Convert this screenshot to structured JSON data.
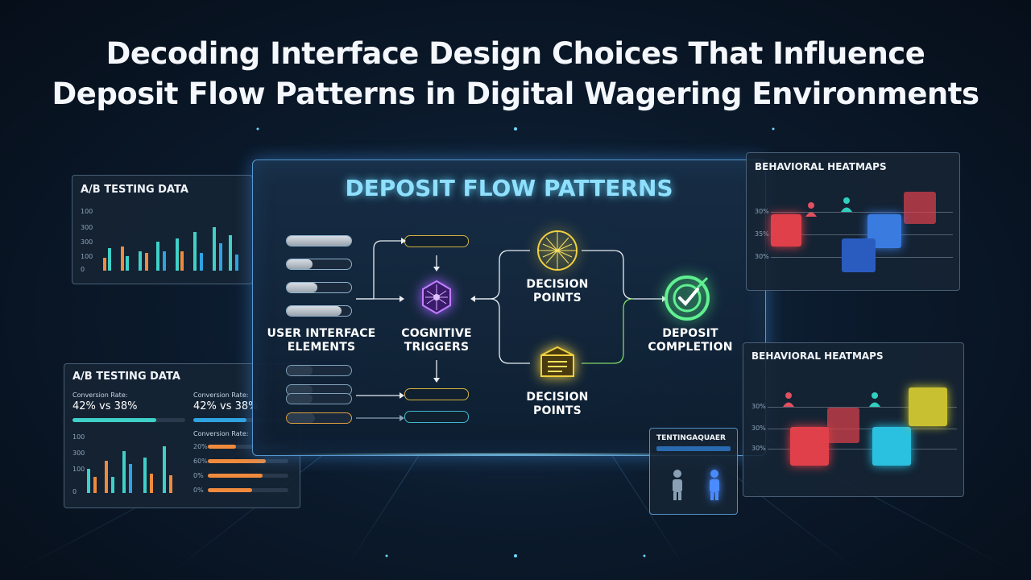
{
  "page": {
    "title_line1": "Decoding Interface Design Choices That Influence",
    "title_line2": "Deposit Flow Patterns in Digital Wagering Environments"
  },
  "main_panel": {
    "title": "DEPOSIT FLOW PATTERNS",
    "nodes": {
      "ui_elements_line1": "USER INTERFACE",
      "ui_elements_line2": "ELEMENTS",
      "cognitive_line1": "COGNITIVE",
      "cognitive_line2": "TRIGGERS",
      "decision_top_line1": "DECISION",
      "decision_top_line2": "POINTS",
      "decision_bottom_line1": "DECISION",
      "decision_bottom_line2": "POINTS",
      "deposit_line1": "DEPOSIT",
      "deposit_line2": "COMPLETION"
    },
    "icons": [
      "network-brain-icon",
      "circuit-hexagon-icon",
      "treasure-chest-icon",
      "target-check-icon"
    ]
  },
  "ab_top": {
    "title": "A/B TESTING DATA",
    "y_ticks": [
      "100",
      "300",
      "300",
      "100",
      "0"
    ],
    "bar_colors": [
      "#f08a3c",
      "#3fd0c8",
      "#2fa3e0"
    ]
  },
  "ab_bottom": {
    "title": "A/B TESTING DATA",
    "conv_label_a": "Conversion Rate:",
    "conv_value_a": "42% vs 38%",
    "conv_label_b": "Conversion Rate:",
    "conv_value_b": "42% vs 38%",
    "conv_label_c": "Conversion Rate:",
    "y_ticks": [
      "100",
      "300",
      "100",
      "0"
    ],
    "progress_ticks": [
      "20%",
      "60%",
      "0%",
      "0%"
    ],
    "progress_a": 0.74,
    "progress_b": 0.55,
    "progress_rows": [
      0.35,
      0.72,
      0.68,
      0.55
    ]
  },
  "heatmap_top": {
    "title": "BEHAVIORAL HEATMAPS",
    "y_ticks": [
      "30%",
      "35%",
      "30%"
    ]
  },
  "heatmap_bottom": {
    "title": "BEHAVIORAL HEATMAPS",
    "y_ticks": [
      "30%",
      "30%",
      "30%"
    ]
  },
  "testing_panel": {
    "title": "TENTINGAQUAER"
  },
  "colors": {
    "accent_cyan": "#8fe0ff",
    "heat_red": "#e0404a",
    "heat_blue": "#3a7be0",
    "heat_teal": "#2ac0e0",
    "heat_yellow": "#c8c030"
  }
}
